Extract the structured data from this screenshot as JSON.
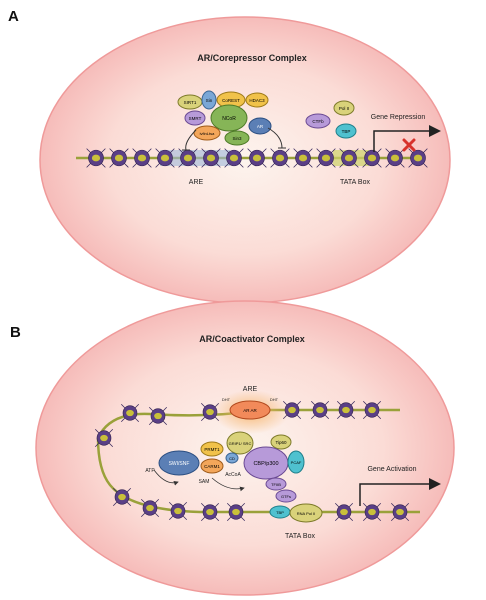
{
  "panel_a": {
    "letter": "A",
    "title": "AR/Corepressor Complex",
    "gene_label": "Gene Repression",
    "are_label": "ARE",
    "tata_label": "TATA Box",
    "proteins": {
      "sirt1": "SIRT1",
      "sin": "Sin",
      "corepressor": "CoREST",
      "hdac": "HDAC3",
      "ncor": "NCoR",
      "smrt": "SMRT",
      "lipeca": "ivfinLtsa",
      "ar_pair": "AR",
      "sin3": "Sin3",
      "ctfb": "CTFb",
      "pol2": "Pol II",
      "tbp": "TBP"
    }
  },
  "panel_b": {
    "letter": "B",
    "title": "AR/Coactivator Complex",
    "are_label": "ARE",
    "gene_label": "Gene Activation",
    "tata_label": "TATA Box",
    "atp_label": "ATP",
    "sam_label": "SAM",
    "acoa_label": "AcCoA",
    "dht_left": "DHT",
    "dht_right": "DHT",
    "proteins": {
      "swi": "SWI/SNF",
      "prmt": "PRMT1",
      "carm": "CARM1",
      "grip": "GRIP1/ SRC",
      "tip60": "Tip60",
      "cbp": "CBP/p300",
      "pcaf": "PCAF",
      "ar": "AR AR",
      "tfiib": "TFIIB",
      "gtfs": "GTFs",
      "tbp": "TBP",
      "pol": "RNA Pol II",
      "cd": "CD"
    }
  },
  "colors": {
    "cell_fill": "#f8c8c8",
    "cell_center": "#fdf2ec",
    "cell_edge": "#ef9a9a",
    "dna": "#9aa13a",
    "nucleosome": "#5a3f86",
    "histone": "#c9c03a"
  }
}
